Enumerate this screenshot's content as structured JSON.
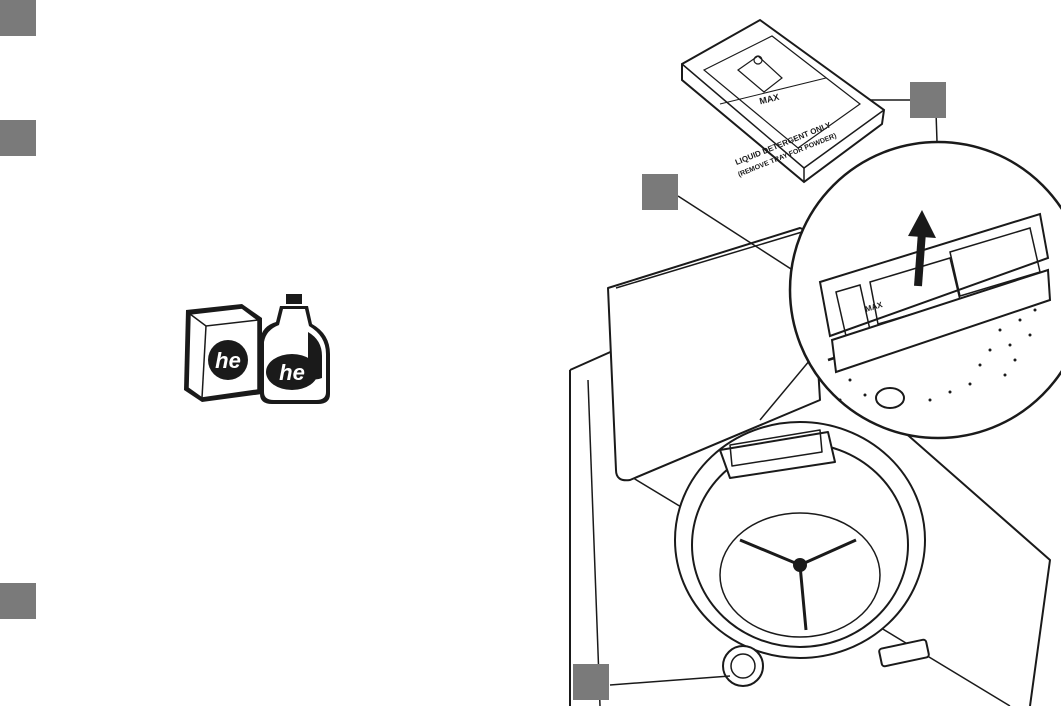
{
  "dispenser_tray": {
    "max_label": "MAX",
    "line_1": "LIQUID DETERGENT ONLY",
    "line_2": "(REMOVE TRAY FOR POWDER)"
  },
  "detergent_logo": {
    "box_logo": "he",
    "bottle_logo": "he"
  },
  "colors": {
    "marker": "#7a7a7a",
    "line": "#1a1a1a",
    "fill": "#ffffff"
  }
}
